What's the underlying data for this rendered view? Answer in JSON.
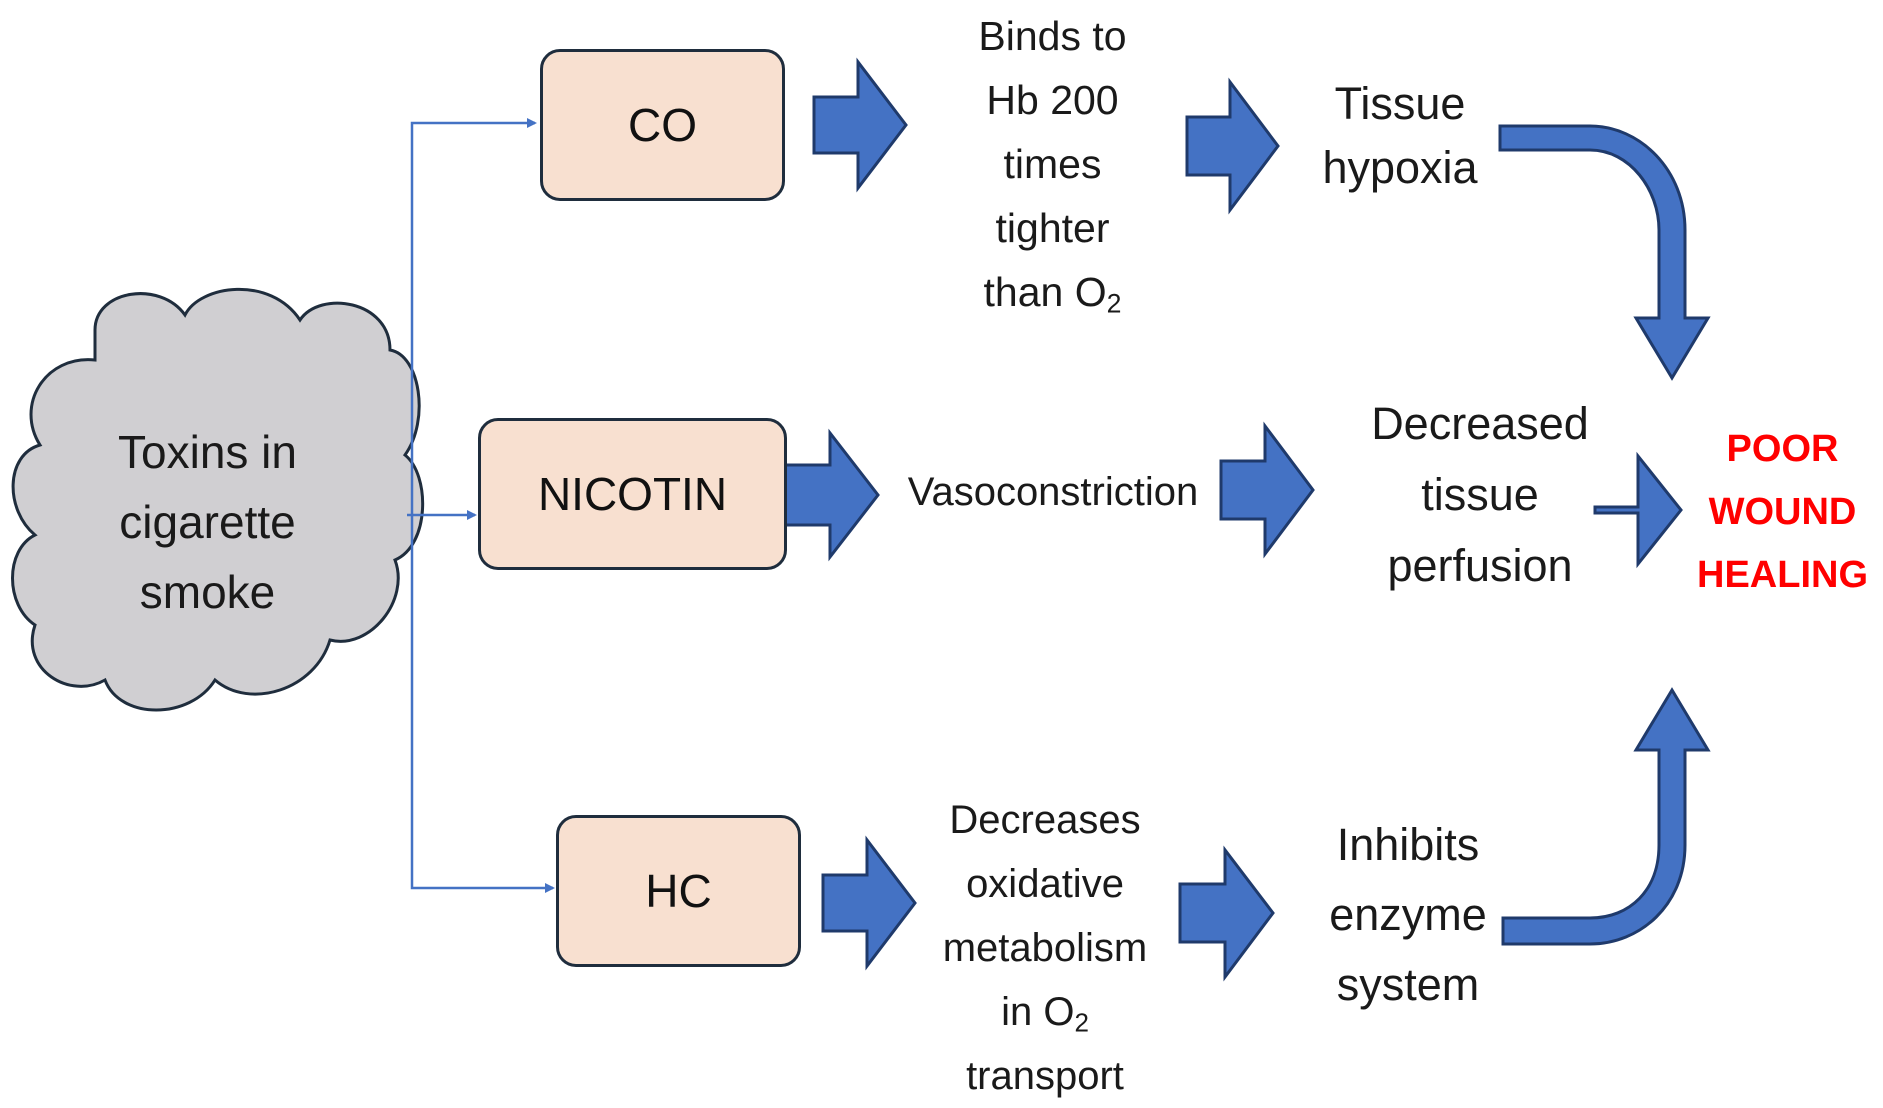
{
  "source": {
    "text_lines": [
      "Toxins in",
      "cigarette",
      "smoke"
    ]
  },
  "toxins": {
    "co": "CO",
    "nicotin": "NICOTIN",
    "hc": "HC"
  },
  "co_path": {
    "effect_lines": [
      "Binds to",
      "Hb 200",
      "times",
      "tighter",
      "than O"
    ],
    "effect_subscript": "2",
    "result_lines": [
      "Tissue",
      "hypoxia"
    ]
  },
  "nicotin_path": {
    "effect": "Vasoconstriction",
    "result_lines": [
      "Decreased",
      "tissue",
      "perfusion"
    ]
  },
  "hc_path": {
    "effect_lines": [
      "Decreases",
      "oxidative",
      "metabolism",
      "in O",
      "transport"
    ],
    "effect_subscript": "2",
    "result_lines": [
      "Inhibits",
      "enzyme",
      "system"
    ]
  },
  "outcome": {
    "lines": [
      "POOR",
      "WOUND",
      "HEALING"
    ],
    "color": "#ff0000"
  },
  "colors": {
    "arrow_fill": "#4472c4",
    "arrow_stroke": "#1f3a6b",
    "box_fill": "#f8e0d0",
    "cloud_fill": "#d0cfd2",
    "connector": "#4472c4"
  }
}
